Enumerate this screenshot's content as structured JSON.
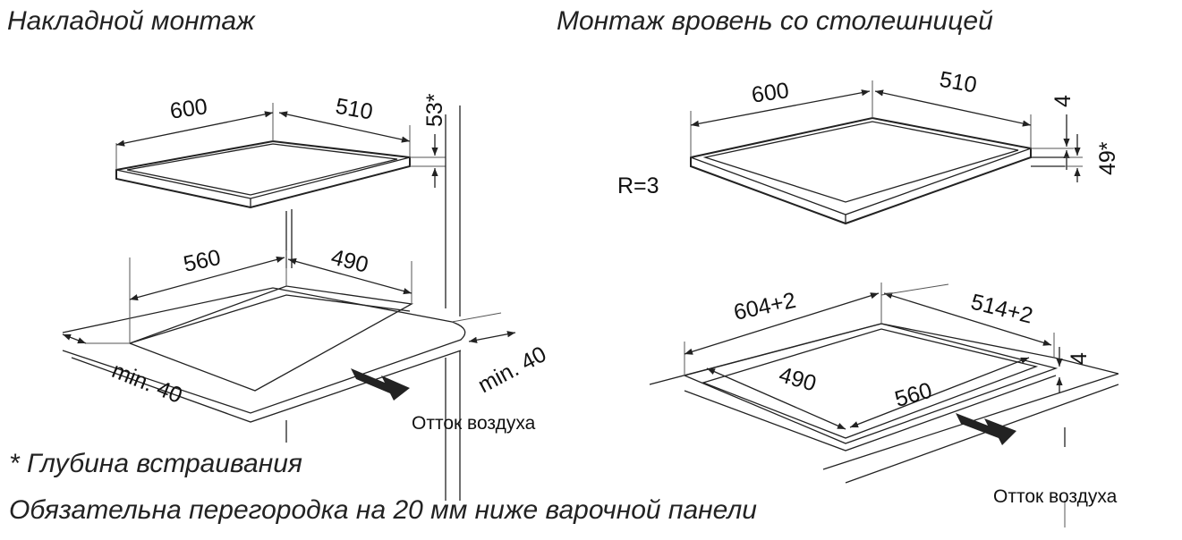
{
  "titles": {
    "left": "Накладной монтаж",
    "right": "Монтаж вровень со столешницей"
  },
  "left": {
    "hob_width": "600",
    "hob_depth": "510",
    "depth_note": "53*",
    "cutout_width": "560",
    "cutout_depth": "490",
    "min_front": "min. 40",
    "min_side": "min. 40",
    "airflow": "Отток воздуха"
  },
  "right": {
    "hob_width": "600",
    "hob_depth": "510",
    "glass_thickness": "4",
    "depth_note": "49*",
    "radius": "R=3",
    "rebate_width": "604+2",
    "rebate_depth": "514+2",
    "rebate_height": "4",
    "cutout_depth": "490",
    "cutout_width": "560",
    "airflow": "Отток воздуха"
  },
  "footnotes": {
    "line1": "* Глубина встраивания",
    "line2": "Обязательна перегородка на 20 мм ниже варочной панели"
  },
  "colors": {
    "line": "#222222",
    "text": "#111111",
    "background": "#ffffff"
  }
}
